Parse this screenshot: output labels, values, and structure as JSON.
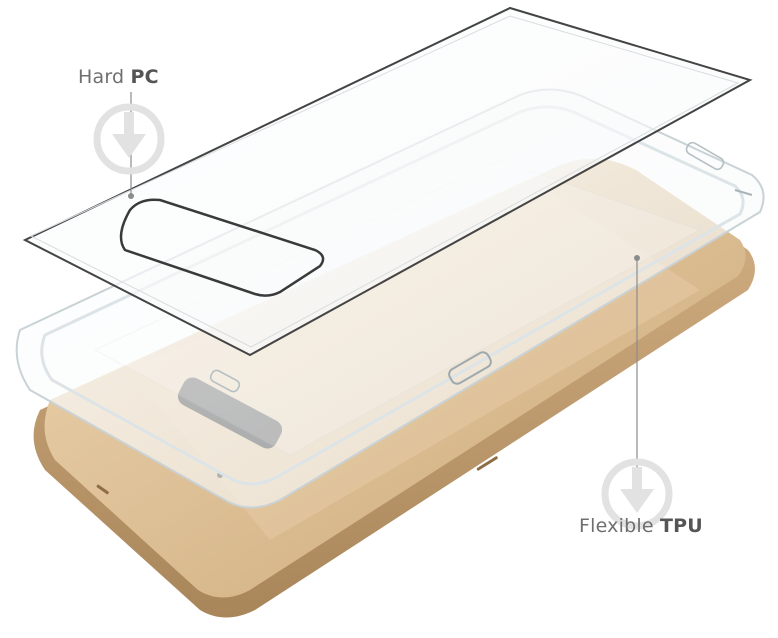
{
  "callouts": {
    "hard_pc": {
      "normal": "Hard ",
      "bold": "PC"
    },
    "flexible_tpu": {
      "normal": "Flexible ",
      "bold": "TPU"
    }
  },
  "colors": {
    "phone_gold": "#d9b98d",
    "phone_edge": "#b89566",
    "case_clear": "#eef4f6",
    "label_text": "#6f6f6f",
    "leader_line": "#8c8c8c"
  },
  "icons": [
    "download-watermark-icon",
    "download-watermark-icon"
  ]
}
